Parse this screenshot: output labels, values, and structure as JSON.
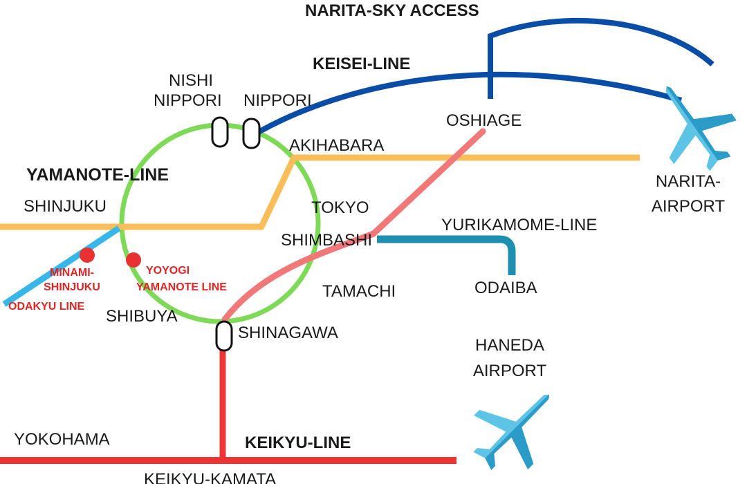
{
  "colors": {
    "yamanote": "#7ed957",
    "chuo": "#f9bd5a",
    "keisei": "#0a4da6",
    "asakusa": "#f07878",
    "yurikamome": "#1f8fb0",
    "odakyu": "#38b6e8",
    "keikyu": "#ee3535",
    "station_dot": "#e83131",
    "plane_light": "#5ec4e6",
    "plane_dark": "#2b9cc8"
  },
  "lines": {
    "narita_sky_access": "NARITA-SKY ACCESS",
    "keisei": "KEISEI-LINE",
    "yamanote": "YAMANOTE-LINE",
    "yurikamome": "YURIKAMOME-LINE",
    "keikyu": "KEIKYU-LINE"
  },
  "stations": {
    "nishi_nippori_1": "NISHI",
    "nishi_nippori_2": "NIPPORI",
    "nippori": "NIPPORI",
    "oshiage": "OSHIAGE",
    "akihabara": "AKIHABARA",
    "shinjuku": "SHINJUKU",
    "tokyo": "TOKYO",
    "shimbashi": "SHIMBASHI",
    "tamachi": "TAMACHI",
    "odaiba": "ODAIBA",
    "shibuya": "SHIBUYA",
    "shinagawa": "SHINAGAWA",
    "yokohama": "YOKOHAMA",
    "keikyu_kamata": "KEIKYU-KAMATA"
  },
  "highlighted": {
    "minami_shinjuku_1": "MINAMI-",
    "minami_shinjuku_2": "SHINJUKU",
    "odakyu": "ODAKYU LINE",
    "yoyogi_1": "YOYOGI",
    "yoyogi_2": "YAMANOTE LINE"
  },
  "airports": {
    "narita_1": "NARITA-",
    "narita_2": "AIRPORT",
    "haneda_1": "HANEDA",
    "haneda_2": "AIRPORT"
  },
  "icons": {
    "narita": "airplane-icon",
    "haneda": "airplane-icon"
  }
}
